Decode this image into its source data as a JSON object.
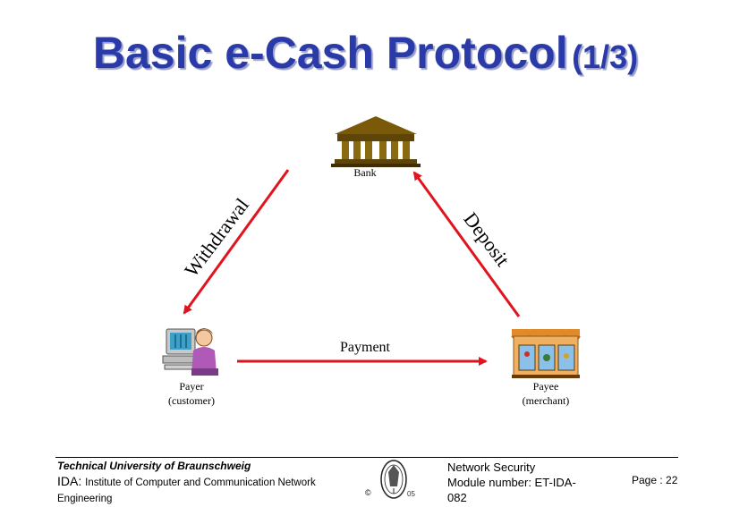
{
  "slide": {
    "title": "Basic e-Cash Protocol",
    "title_part": "(1/3)"
  },
  "diagram": {
    "bank_label": "Bank",
    "payer_label_1": "Payer",
    "payer_label_2": "(customer)",
    "payee_label_1": "Payee",
    "payee_label_2": "(merchant)",
    "withdrawal_label": "Withdrawal",
    "deposit_label": "Deposit",
    "payment_label": "Payment",
    "arrow_color": "#e0141e",
    "bank_color": "#7a5a08"
  },
  "footer": {
    "university": "Technical University of Braunschweig",
    "ida_prefix": "IDA:",
    "ida_name": "Institute of Computer and Communication Network Engineering",
    "copyright": "©",
    "year": "05",
    "course_1": "Network Security",
    "course_2": "Module number: ET-IDA-",
    "course_3": "082",
    "page": "Page :  22"
  }
}
